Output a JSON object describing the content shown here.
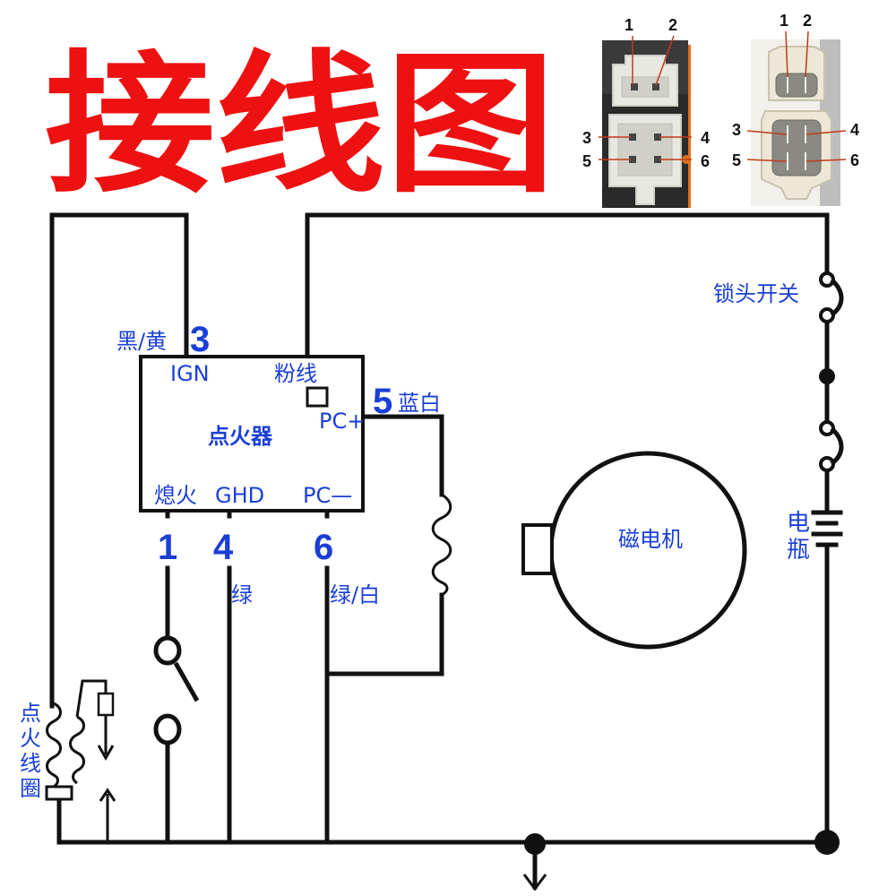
{
  "title": "接线图",
  "connector_pins": {
    "left": [
      "1",
      "2",
      "3",
      "4",
      "5",
      "6"
    ],
    "right": [
      "1",
      "2",
      "3",
      "4",
      "5",
      "6"
    ]
  },
  "cdi": {
    "name": "点火器",
    "ign_label": "IGN",
    "ign_wire": "黑/黄",
    "ign_pin": "3",
    "pink_label": "粉线",
    "pc_plus_label": "PC+",
    "pc_plus_pin": "5",
    "pc_plus_wire": "蓝白",
    "kill_label": "熄火",
    "kill_pin": "1",
    "ghd_label": "GHD",
    "ghd_pin": "4",
    "ghd_wire": "绿",
    "pc_minus_label": "PC—",
    "pc_minus_pin": "6",
    "pc_minus_wire": "绿/白"
  },
  "components": {
    "key_switch": "锁头开关",
    "battery": [
      "电",
      "瓶"
    ],
    "magneto": "磁电机",
    "ignition_coil": [
      "点",
      "火",
      "线",
      "圈"
    ]
  },
  "colors": {
    "title": "#ee1111",
    "labels": "#1a3fd6",
    "wires": "#111111",
    "connector_orange": "#e0701e"
  }
}
